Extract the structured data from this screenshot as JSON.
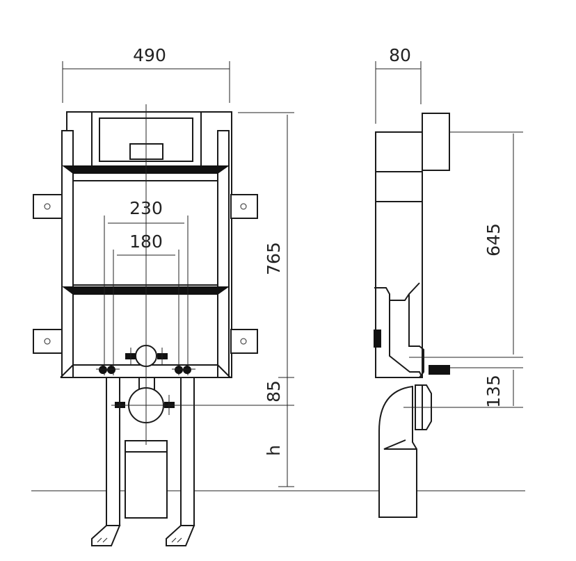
{
  "front_view": {
    "width_label": "490",
    "outer_spacing_label": "230",
    "inner_spacing_label": "180",
    "height_label": "765",
    "drain_offset_label": "85",
    "floor_height_label": "h"
  },
  "side_view": {
    "depth_label": "80",
    "inlet_height_label": "645",
    "outlet_offset_label": "135"
  }
}
